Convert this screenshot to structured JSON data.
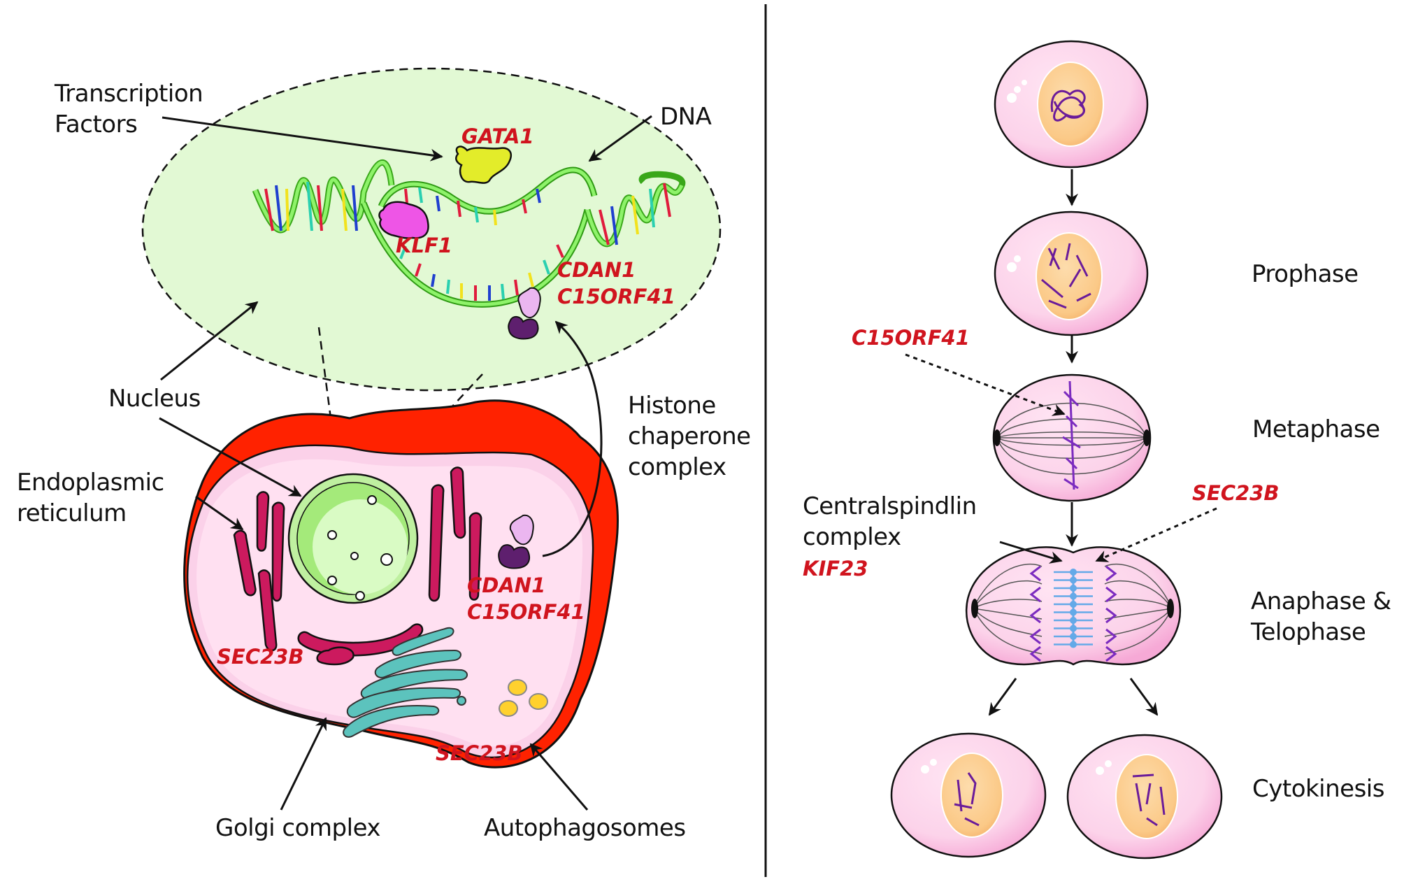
{
  "figure": {
    "left_panel": {
      "title": "Erythroblast cell with nucleus zoom",
      "labels": {
        "transcription_factors": [
          "Transcription",
          "Factors"
        ],
        "dna": "DNA",
        "nucleus": "Nucleus",
        "histone_chaperone": [
          "Histone",
          "chaperone",
          "complex"
        ],
        "endoplasmic_reticulum": [
          "Endoplasmic",
          "reticulum"
        ],
        "golgi_complex": "Golgi complex",
        "autophagosomes": "Autophagosomes"
      },
      "genes": {
        "gata1": "GATA1",
        "klf1": "KLF1",
        "cdan1_nucleus": [
          "CDAN1",
          "C15ORF41"
        ],
        "cdan1_cytoplasm": [
          "CDAN1",
          "C15ORF41"
        ],
        "sec23b_er": "SEC23B",
        "sec23b_autophagy": "SEC23B"
      }
    },
    "right_panel": {
      "stages": [
        "Prophase",
        "Metaphase",
        "Anaphase &",
        "Telophase",
        "Cytokinesis"
      ],
      "labels": {
        "centralspindlin": [
          "Centralspindlin",
          "complex"
        ]
      },
      "genes": {
        "c15orf41": "C15ORF41",
        "sec23b": "SEC23B",
        "kif23": "KIF23"
      }
    },
    "colors": {
      "gene_label": "#d0141e",
      "nucleus_zoom_fill": "#e2f9d4",
      "cell_fill": "#fdd6ec",
      "cell_membrane": "#ff2200",
      "er": "#cc1a5e",
      "golgi": "#5cc3bd",
      "autophagosome": "#ffd12e",
      "dividing_cell": "#fcc9e7",
      "nucleus_orange": "#fbd19b",
      "chromosome": "#6a1b9a",
      "midbody": "#64a9e8",
      "gata1_protein": "#e3ec2a",
      "klf1_protein": "#ee55e6"
    }
  }
}
